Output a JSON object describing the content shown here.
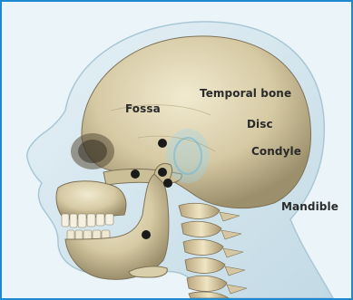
{
  "labels": {
    "fossa": "Fossa",
    "temporal_bone": "Temporal bone",
    "disc": "Disc",
    "condyle": "Condyle",
    "mandible": "Mandible"
  },
  "colors": {
    "frame_border": "#1e88d0",
    "bone": "#d8cfae",
    "skin": "#cfe3ec",
    "marker": "#1a1a1a"
  }
}
